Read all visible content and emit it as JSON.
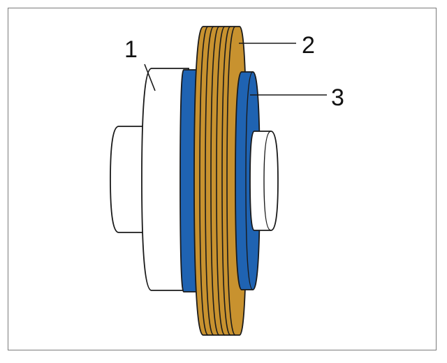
{
  "colors": {
    "background": "#ffffff",
    "frame_border": "#7a7a7a",
    "outline": "#1a1a1a",
    "part_1_white": "#ffffff",
    "part_2_gold": "#c8922f",
    "part_3_blue": "#1f63b2"
  },
  "callouts": [
    {
      "id": "1",
      "label": "1"
    },
    {
      "id": "2",
      "label": "2"
    },
    {
      "id": "3",
      "label": "3"
    }
  ]
}
